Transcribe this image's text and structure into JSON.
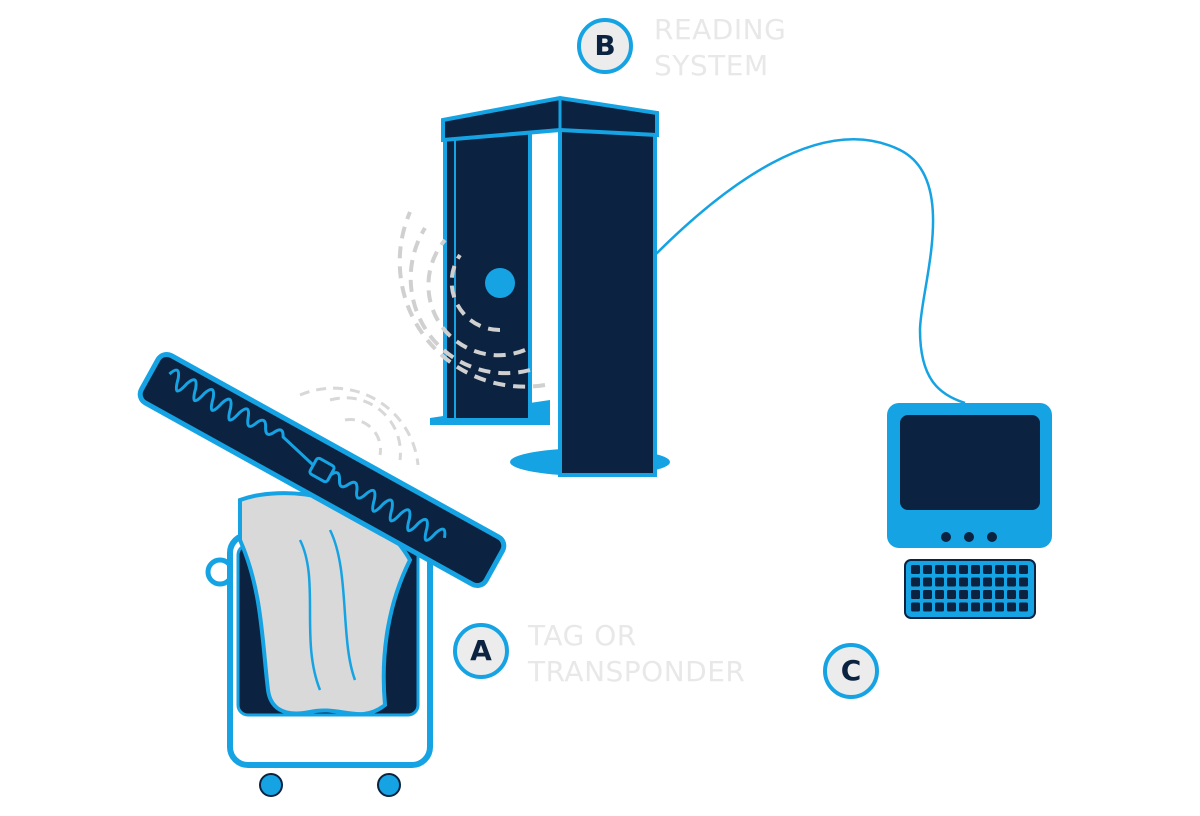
{
  "labels": {
    "a": {
      "letter": "A",
      "text_line1": "TAG OR",
      "text_line2": "TRANSPONDER"
    },
    "b": {
      "letter": "B",
      "text_line1": "READING",
      "text_line2": "SYSTEM"
    },
    "c": {
      "letter": "C"
    }
  },
  "colors": {
    "navy": "#0b2340",
    "blue": "#16a3e3",
    "label_gray": "#e8e8e8",
    "cloth": "#d9d9d9"
  }
}
